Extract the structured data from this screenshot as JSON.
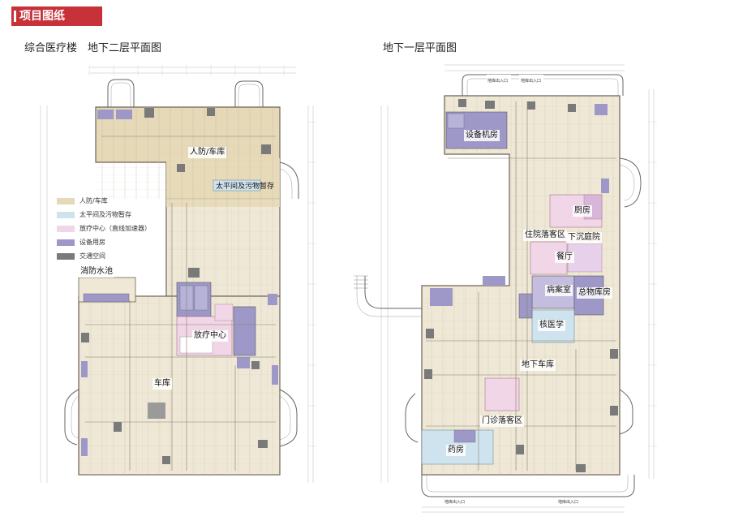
{
  "header": {
    "section_title": "项目图纸"
  },
  "left_plan": {
    "title": "综合医疗楼　地下二层平面图",
    "labels": {
      "civil_defense": "人防/车库",
      "morgue": "太平间及污物暂存",
      "fire_pool": "消防水池",
      "radiotherapy": "放疗中心",
      "garage": "车库"
    }
  },
  "right_plan": {
    "title": "地下一层平面图",
    "labels": {
      "equipment": "设备机房",
      "kitchen": "厨房",
      "inpatient_dropoff": "住院落客区",
      "sunken_court": "下沉庭院",
      "dining": "餐厅",
      "pathology": "病案室",
      "storage": "总物库房",
      "nuclear": "核医学",
      "garage": "地下车库",
      "outpatient_dropoff": "门诊落客区",
      "pharmacy": "药房"
    },
    "ramps": {
      "top_left": "地库出入口",
      "top_right": "地库出入口",
      "bottom_left": "地库出入口",
      "bottom_right": "地库出入口"
    }
  },
  "legend": [
    {
      "label": "人防/车库",
      "color": "#e6d9b8"
    },
    {
      "label": "太平间及污物暂存",
      "color": "#cfe3ee"
    },
    {
      "label": "放疗中心（直线加速器）",
      "color": "#f0d6e6"
    },
    {
      "label": "设备用房",
      "color": "#9e98c8"
    },
    {
      "label": "交通空间",
      "color": "#7a7a7a"
    }
  ],
  "colors": {
    "header_red": "#c7323a",
    "floor_base": "#efe8d6",
    "civil_defense": "#e6d9b8",
    "morgue": "#cfe3ee",
    "radiotherapy": "#f0d6e6",
    "equipment": "#9e98c8",
    "circulation": "#7a7a7a"
  }
}
